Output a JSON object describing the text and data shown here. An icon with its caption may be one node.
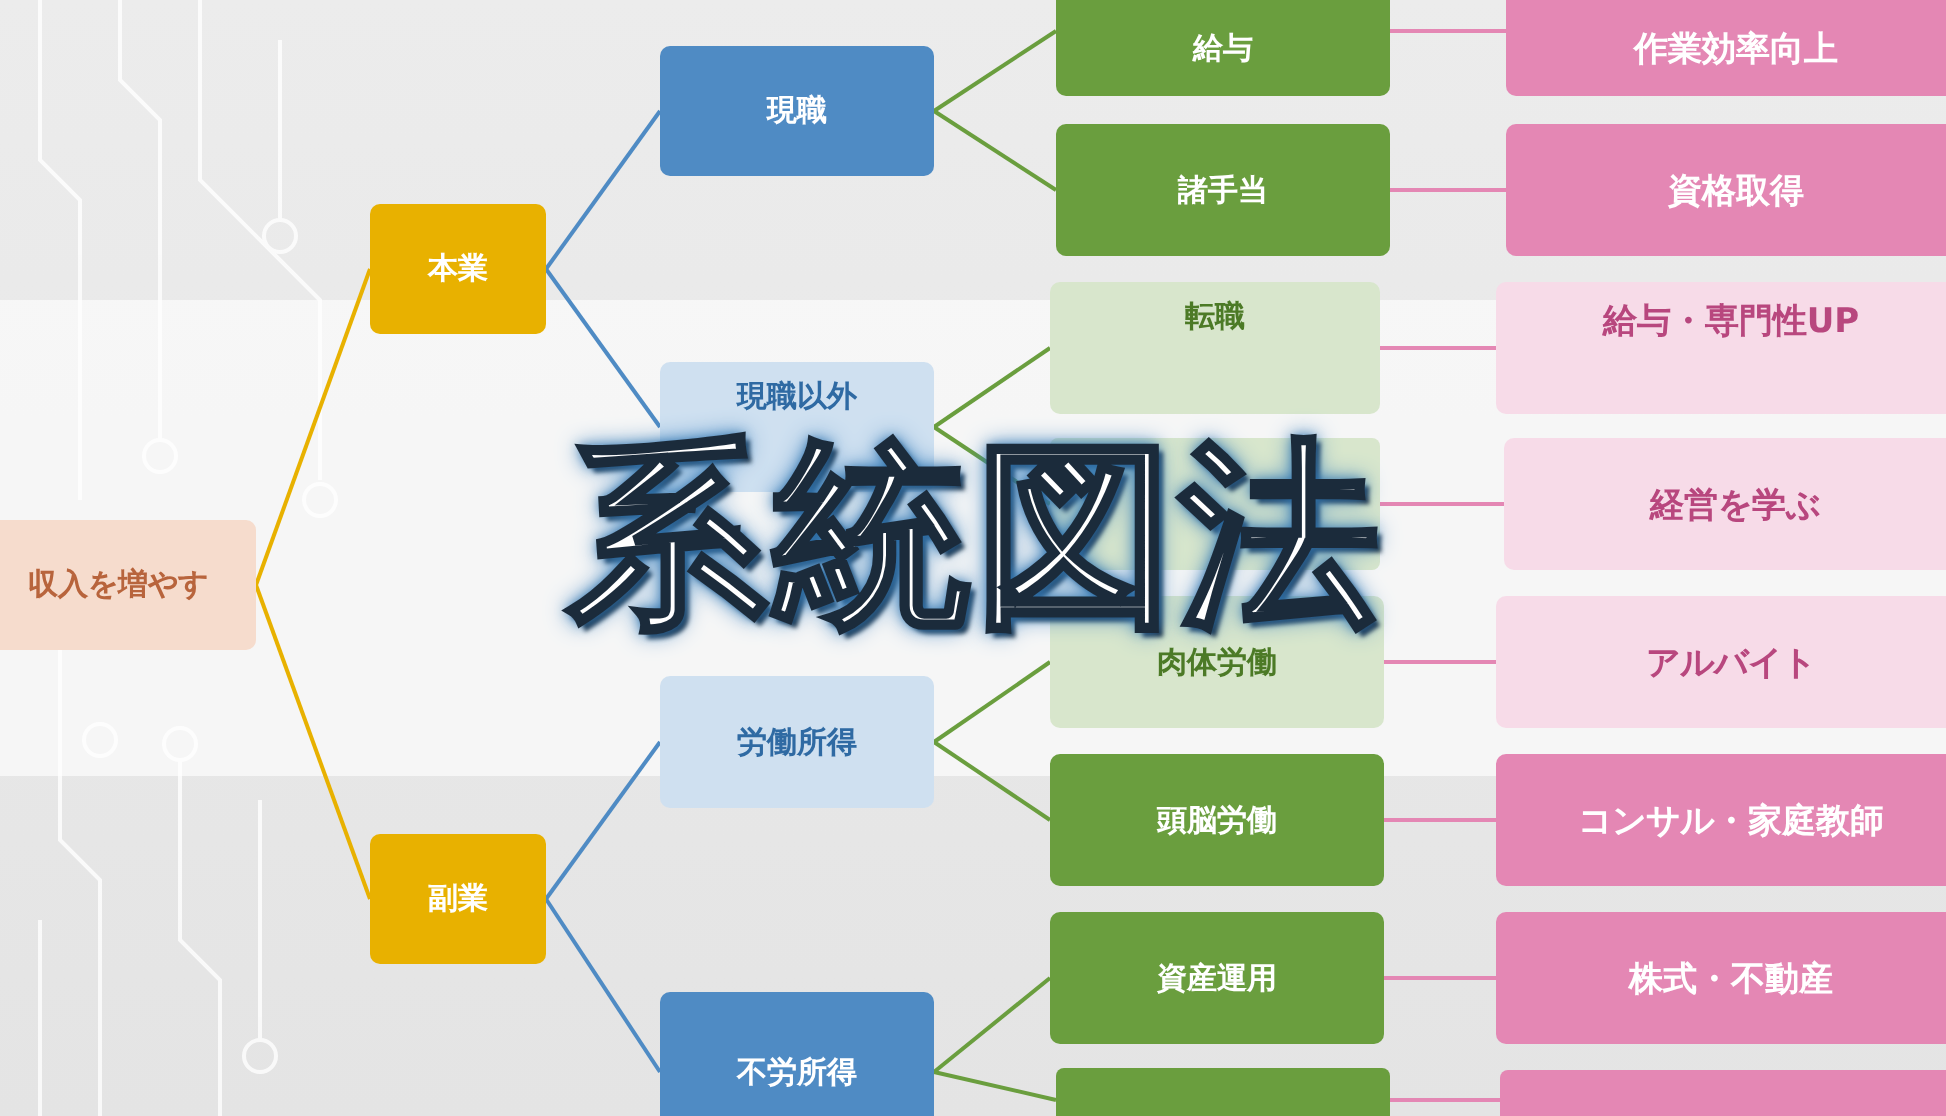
{
  "diagram": {
    "title": "系統図法",
    "nodes": [
      {
        "text": [
          "収入を増やす"
        ]
      },
      {
        "text": [
          "本業"
        ]
      },
      {
        "text": [
          "副業"
        ]
      },
      {
        "text": [
          "現職"
        ]
      },
      {
        "text": [
          "現職以外"
        ]
      },
      {
        "text": [
          "労働所得"
        ]
      },
      {
        "text": [
          "不労所得"
        ]
      },
      {
        "text": [
          "給与"
        ]
      },
      {
        "text": [
          "諸手当"
        ]
      },
      {
        "text": [
          "転職"
        ]
      },
      {
        "text": [],
        "shape": "box"
      },
      {
        "text": [
          "肉体労働"
        ]
      },
      {
        "text": [
          "頭脳労働"
        ]
      },
      {
        "text": [
          "資産運用"
        ]
      },
      {
        "text": [],
        "shape": "box"
      },
      {
        "text": [
          "作業効率向上"
        ]
      },
      {
        "text": [
          "資格取得"
        ]
      },
      {
        "text": [
          "給与・専門性UP"
        ]
      },
      {
        "text": [
          "経営を学ぶ"
        ]
      },
      {
        "text": [
          "アルバイト"
        ]
      },
      {
        "text": [
          "コンサル・家庭教師"
        ]
      },
      {
        "text": [
          "株式・不動産"
        ]
      },
      {
        "text": [],
        "shape": "box"
      }
    ],
    "edges": [
      {
        "from": 0,
        "to": 1,
        "arrow": "none",
        "color": "#e8b100"
      },
      {
        "from": 0,
        "to": 2,
        "arrow": "none",
        "color": "#e8b100"
      },
      {
        "from": 1,
        "to": 3,
        "arrow": "none",
        "color": "#4f8bc4"
      },
      {
        "from": 1,
        "to": 4,
        "arrow": "none",
        "color": "#4f8bc4"
      },
      {
        "from": 2,
        "to": 5,
        "arrow": "none",
        "color": "#4f8bc4"
      },
      {
        "from": 2,
        "to": 6,
        "arrow": "none",
        "color": "#4f8bc4"
      },
      {
        "from": 3,
        "to": 7,
        "arrow": "none",
        "color": "#6a9e3e"
      },
      {
        "from": 3,
        "to": 8,
        "arrow": "none",
        "color": "#6a9e3e"
      },
      {
        "from": 4,
        "to": 9,
        "arrow": "none",
        "color": "#6a9e3e"
      },
      {
        "from": 4,
        "to": 10,
        "arrow": "none",
        "color": "#6a9e3e"
      },
      {
        "from": 5,
        "to": 11,
        "arrow": "none",
        "color": "#6a9e3e"
      },
      {
        "from": 5,
        "to": 12,
        "arrow": "none",
        "color": "#6a9e3e"
      },
      {
        "from": 6,
        "to": 13,
        "arrow": "none",
        "color": "#6a9e3e"
      },
      {
        "from": 6,
        "to": 14,
        "arrow": "none",
        "color": "#6a9e3e"
      },
      {
        "from": 7,
        "to": 15,
        "arrow": "none",
        "color": "#e487b4"
      },
      {
        "from": 8,
        "to": 16,
        "arrow": "none",
        "color": "#e487b4"
      },
      {
        "from": 9,
        "to": 17,
        "arrow": "none",
        "color": "#e487b4"
      },
      {
        "from": 10,
        "to": 18,
        "arrow": "none",
        "color": "#e487b4"
      },
      {
        "from": 11,
        "to": 19,
        "arrow": "none",
        "color": "#e487b4"
      },
      {
        "from": 12,
        "to": 20,
        "arrow": "none",
        "color": "#e487b4"
      },
      {
        "from": 13,
        "to": 21,
        "arrow": "none",
        "color": "#e487b4"
      },
      {
        "from": 14,
        "to": 22,
        "arrow": "none",
        "color": "#e487b4"
      }
    ]
  }
}
